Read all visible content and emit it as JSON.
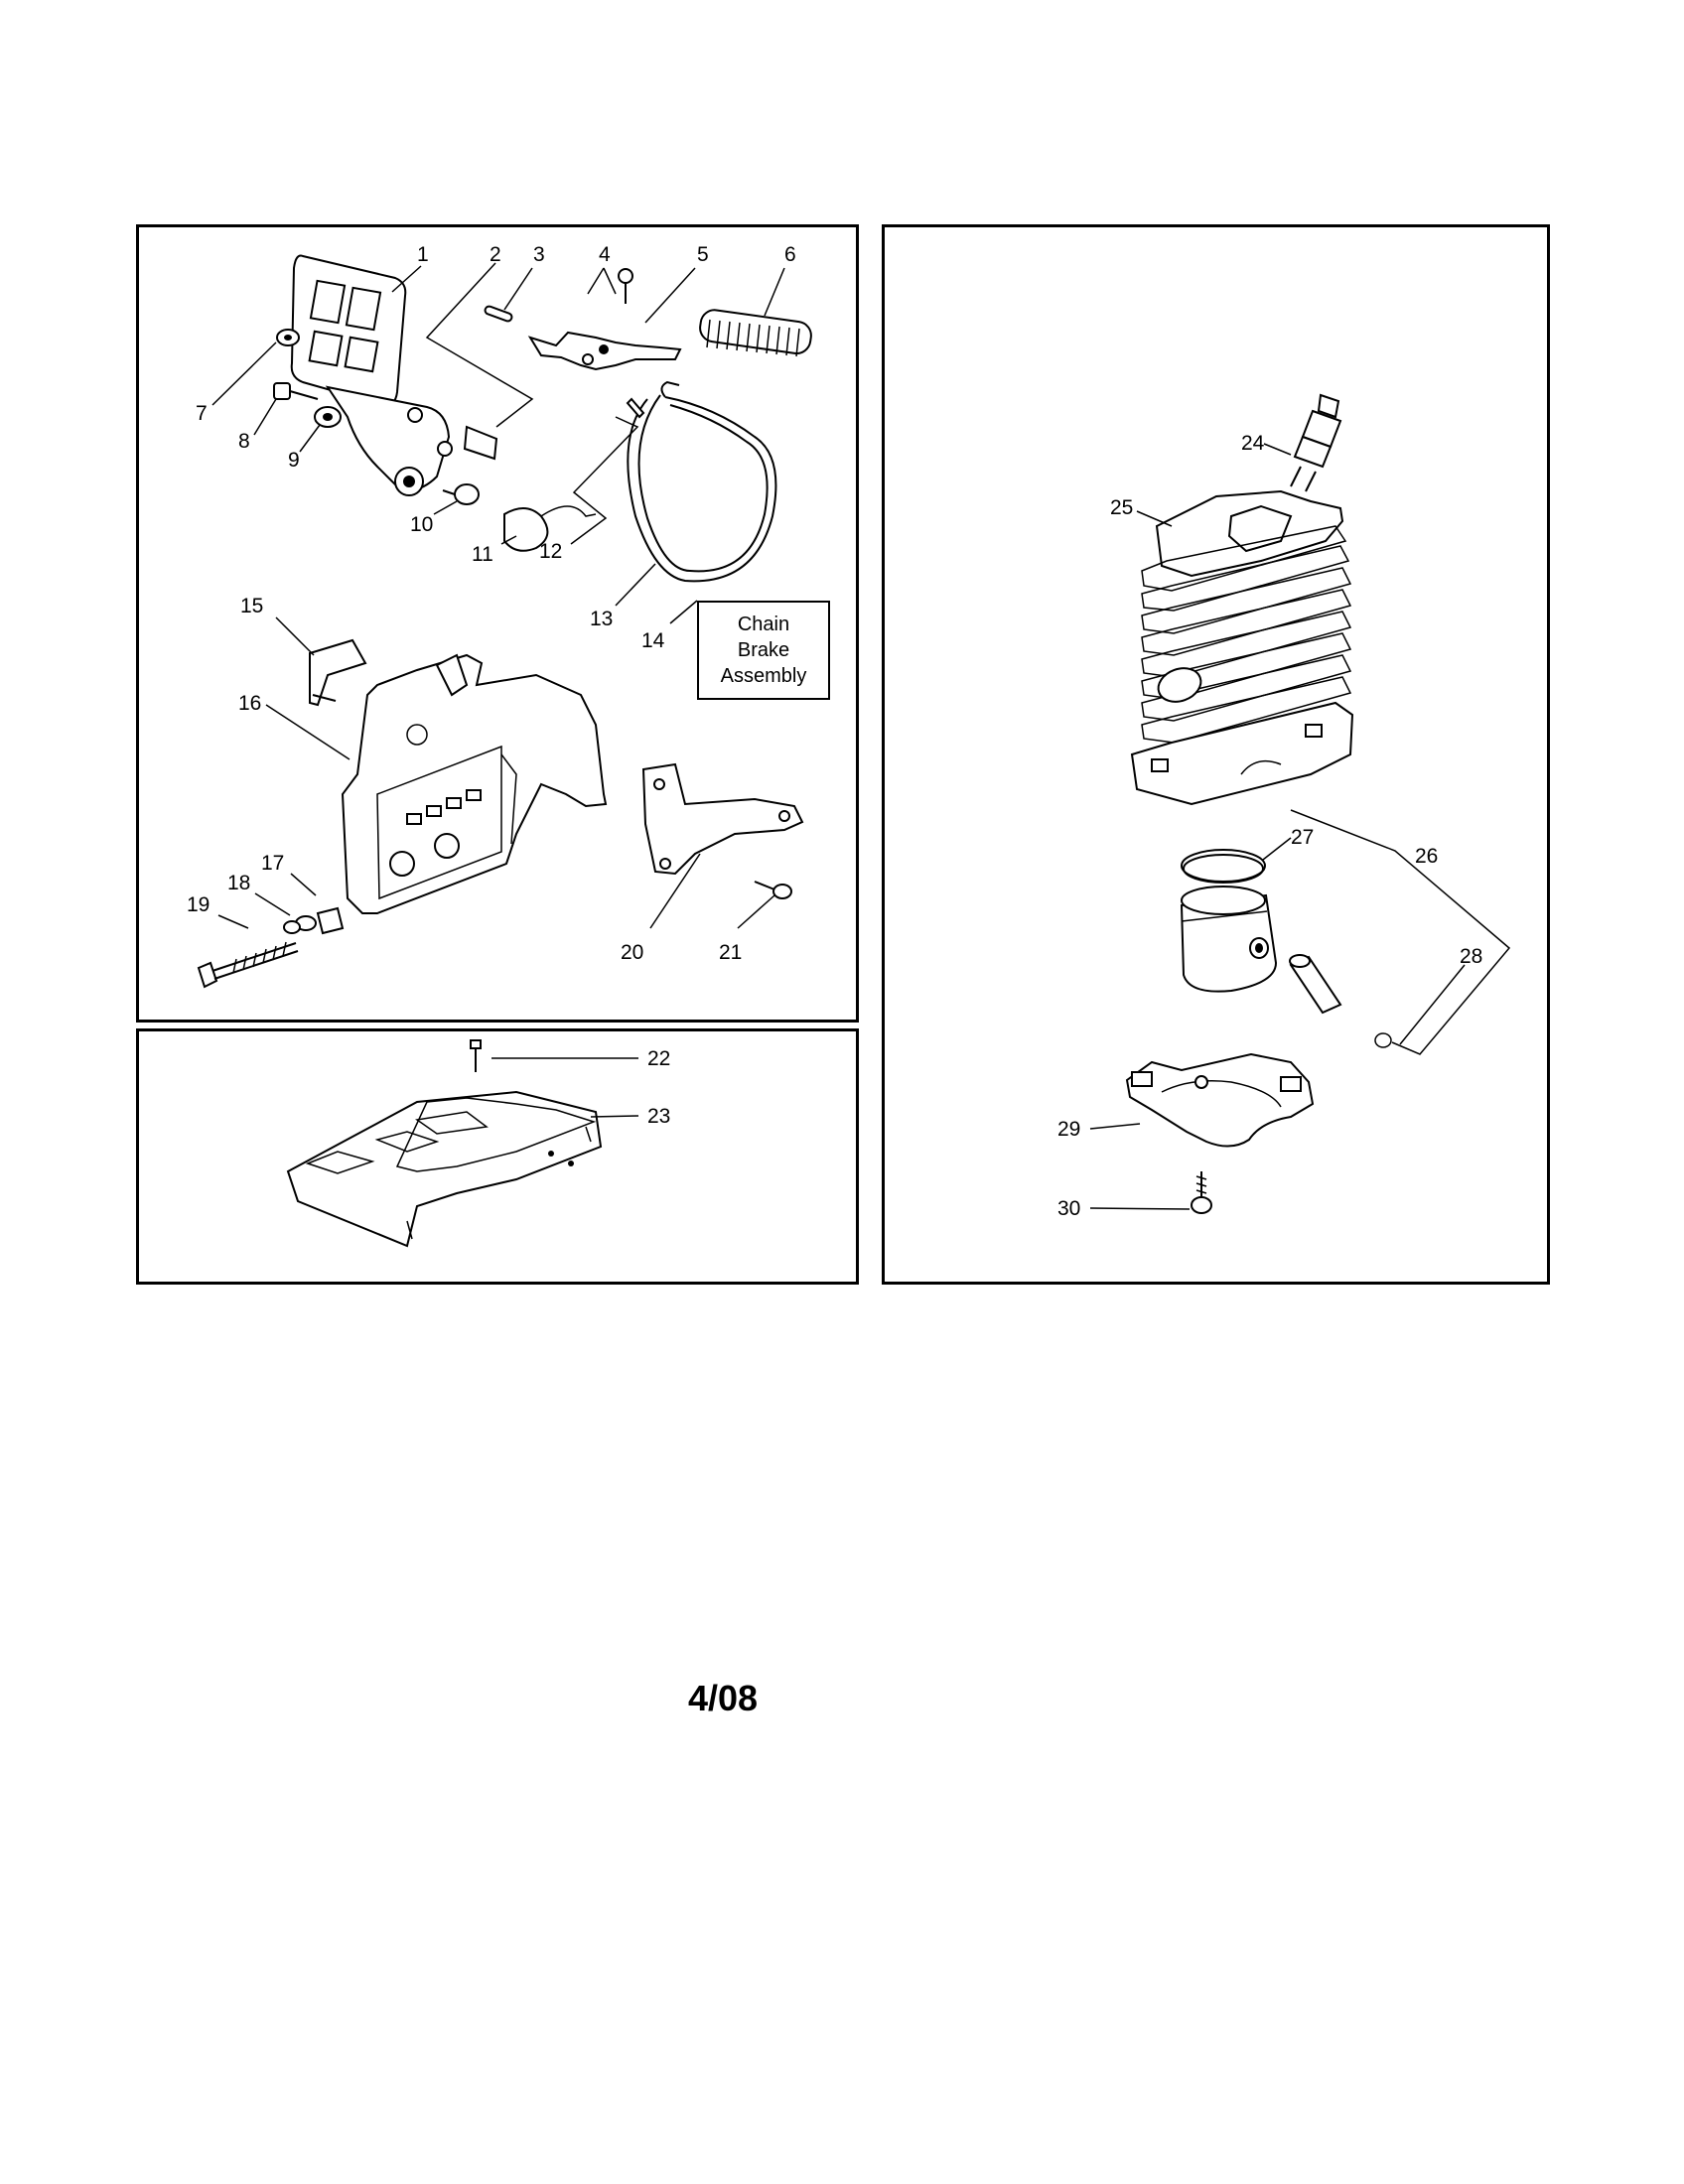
{
  "callouts": {
    "c1": "1",
    "c2": "2",
    "c3": "3",
    "c4": "4",
    "c5": "5",
    "c6": "6",
    "c7": "7",
    "c8": "8",
    "c9": "9",
    "c10": "10",
    "c11": "11",
    "c12": "12",
    "c13": "13",
    "c14": "14",
    "c15": "15",
    "c16": "16",
    "c17": "17",
    "c18": "18",
    "c19": "19",
    "c20": "20",
    "c21": "21",
    "c22": "22",
    "c23": "23",
    "c24": "24",
    "c25": "25",
    "c26": "26",
    "c27": "27",
    "c28": "28",
    "c29": "29",
    "c30": "30"
  },
  "note_box": {
    "line1": "Chain",
    "line2": "Brake",
    "line3": "Assembly"
  },
  "footer": {
    "date": "4/08"
  }
}
